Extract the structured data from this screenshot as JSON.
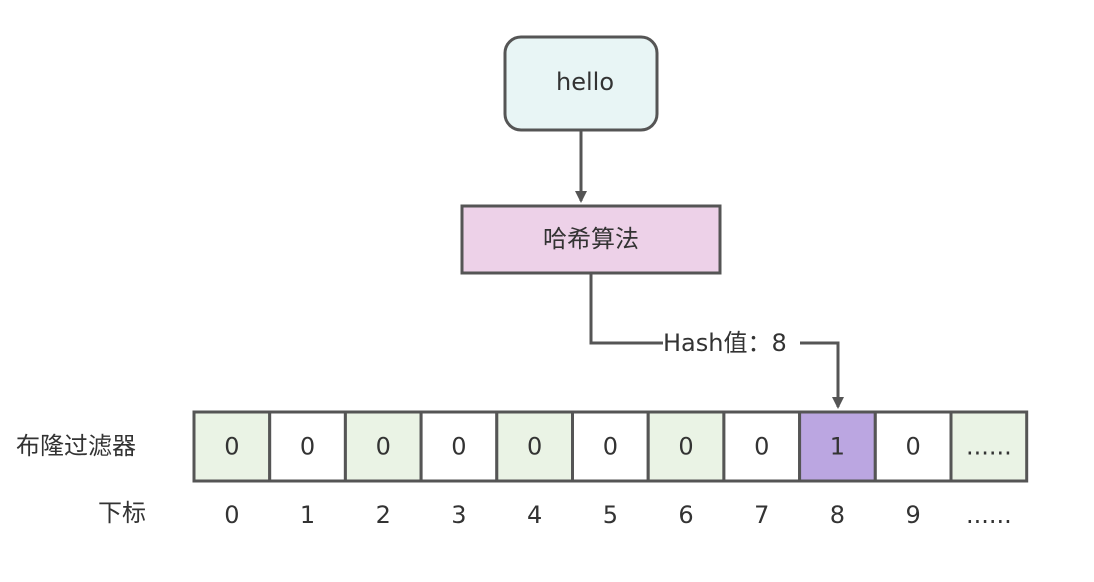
{
  "input_node": {
    "label": "hello",
    "fill": "#e8f5f5"
  },
  "hash_node": {
    "label": "哈希算法",
    "fill": "#edd1e8"
  },
  "edge_label": "Hash值：8",
  "row_labels": {
    "filter": "布隆过滤器",
    "index": "下标"
  },
  "cells": [
    {
      "value": "0",
      "index": "0",
      "fill": "#eaf3e5"
    },
    {
      "value": "0",
      "index": "1",
      "fill": "#ffffff"
    },
    {
      "value": "0",
      "index": "2",
      "fill": "#eaf3e5"
    },
    {
      "value": "0",
      "index": "3",
      "fill": "#ffffff"
    },
    {
      "value": "0",
      "index": "4",
      "fill": "#eaf3e5"
    },
    {
      "value": "0",
      "index": "5",
      "fill": "#ffffff"
    },
    {
      "value": "0",
      "index": "6",
      "fill": "#eaf3e5"
    },
    {
      "value": "0",
      "index": "7",
      "fill": "#ffffff"
    },
    {
      "value": "1",
      "index": "8",
      "fill": "#bba6e1"
    },
    {
      "value": "0",
      "index": "9",
      "fill": "#ffffff"
    },
    {
      "value": "......",
      "index": "......",
      "fill": "#eaf3e5"
    }
  ],
  "colors": {
    "stroke": "#555555",
    "text": "#333333"
  }
}
